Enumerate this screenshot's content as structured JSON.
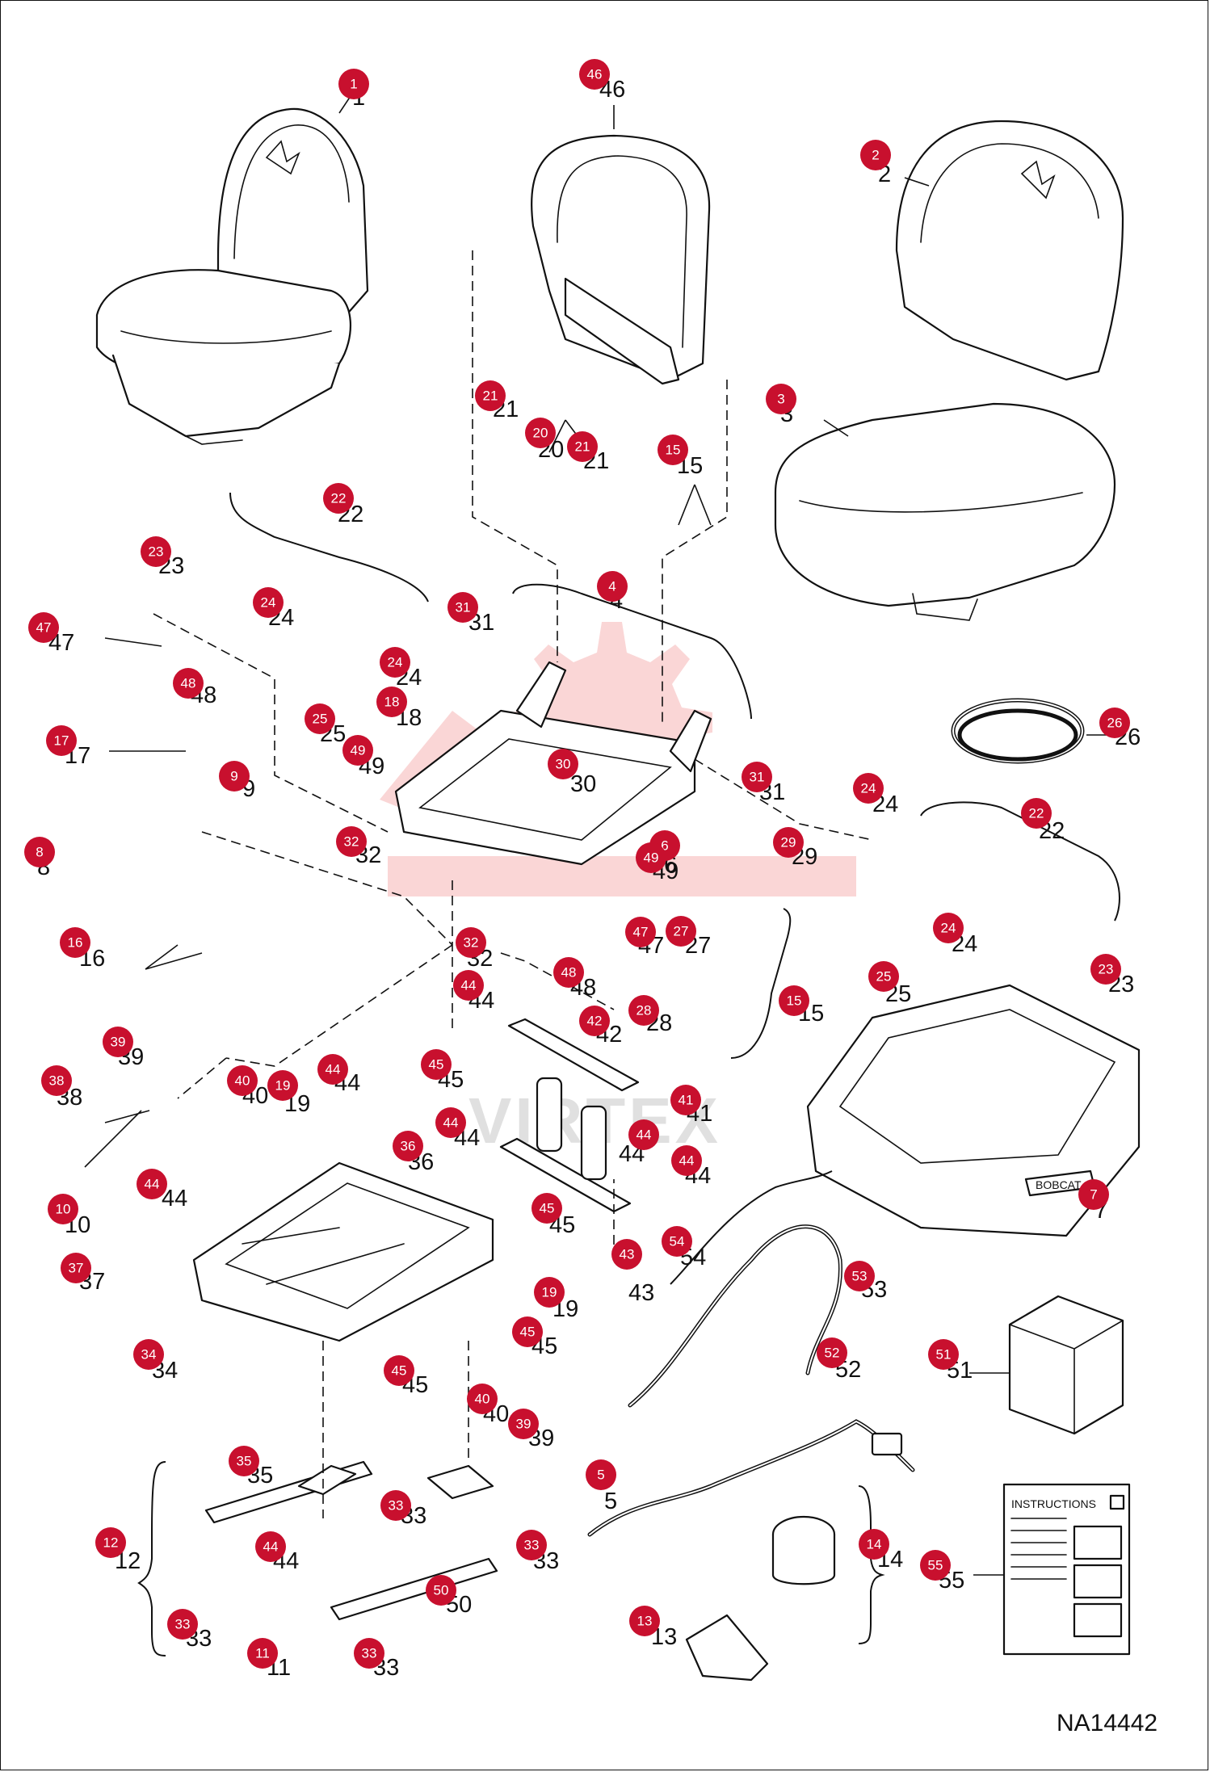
{
  "figure_id": "NA14442",
  "watermark": "VIRTEX",
  "instructions_label": "INSTRUCTIONS",
  "brand_plate": "BOBCAT",
  "callouts": [
    {
      "id": "c1",
      "label": "1"
    },
    {
      "id": "c46",
      "label": "46"
    },
    {
      "id": "c2",
      "label": "2"
    },
    {
      "id": "c3",
      "label": "3"
    },
    {
      "id": "c21a",
      "label": "21"
    },
    {
      "id": "c20",
      "label": "20"
    },
    {
      "id": "c21b",
      "label": "21"
    },
    {
      "id": "c15a",
      "label": "15"
    },
    {
      "id": "c22a",
      "label": "22"
    },
    {
      "id": "c23a",
      "label": "23"
    },
    {
      "id": "c24a",
      "label": "24"
    },
    {
      "id": "c24b",
      "label": "24"
    },
    {
      "id": "c25a",
      "label": "25"
    },
    {
      "id": "c4",
      "label": "4"
    },
    {
      "id": "c31a",
      "label": "31"
    },
    {
      "id": "c47a",
      "label": "47"
    },
    {
      "id": "c48a",
      "label": "48"
    },
    {
      "id": "c18",
      "label": "18"
    },
    {
      "id": "c49a",
      "label": "49"
    },
    {
      "id": "c30",
      "label": "30"
    },
    {
      "id": "c31b",
      "label": "31"
    },
    {
      "id": "c26",
      "label": "26"
    },
    {
      "id": "c17",
      "label": "17"
    },
    {
      "id": "c9",
      "label": "9"
    },
    {
      "id": "c32a",
      "label": "32"
    },
    {
      "id": "c6",
      "label": "6"
    },
    {
      "id": "c49b",
      "label": "49"
    },
    {
      "id": "c29",
      "label": "29"
    },
    {
      "id": "c24c",
      "label": "24"
    },
    {
      "id": "c22b",
      "label": "22"
    },
    {
      "id": "c8",
      "label": "8"
    },
    {
      "id": "c47b",
      "label": "47"
    },
    {
      "id": "c27",
      "label": "27"
    },
    {
      "id": "c24d",
      "label": "24"
    },
    {
      "id": "c16",
      "label": "16"
    },
    {
      "id": "c32b",
      "label": "32"
    },
    {
      "id": "c48b",
      "label": "48"
    },
    {
      "id": "c25b",
      "label": "25"
    },
    {
      "id": "c23b",
      "label": "23"
    },
    {
      "id": "c44a",
      "label": "44"
    },
    {
      "id": "c15b",
      "label": "15"
    },
    {
      "id": "c28",
      "label": "28"
    },
    {
      "id": "c42",
      "label": "42"
    },
    {
      "id": "c39a",
      "label": "39"
    },
    {
      "id": "c40a",
      "label": "40"
    },
    {
      "id": "c19a",
      "label": "19"
    },
    {
      "id": "c44b",
      "label": "44"
    },
    {
      "id": "c45a",
      "label": "45"
    },
    {
      "id": "c41",
      "label": "41"
    },
    {
      "id": "c38",
      "label": "38"
    },
    {
      "id": "c44c",
      "label": "44"
    },
    {
      "id": "c44d",
      "label": "44"
    },
    {
      "id": "c36",
      "label": "36"
    },
    {
      "id": "c44e",
      "label": "44"
    },
    {
      "id": "c7",
      "label": "7"
    },
    {
      "id": "c44f",
      "label": "44"
    },
    {
      "id": "c10",
      "label": "10"
    },
    {
      "id": "c45b",
      "label": "45"
    },
    {
      "id": "c54",
      "label": "54"
    },
    {
      "id": "c43",
      "label": "43"
    },
    {
      "id": "c37",
      "label": "37"
    },
    {
      "id": "c19b",
      "label": "19"
    },
    {
      "id": "c53",
      "label": "53"
    },
    {
      "id": "c45c",
      "label": "45"
    },
    {
      "id": "c34",
      "label": "34"
    },
    {
      "id": "c52",
      "label": "52"
    },
    {
      "id": "c51",
      "label": "51"
    },
    {
      "id": "c45d",
      "label": "45"
    },
    {
      "id": "c40b",
      "label": "40"
    },
    {
      "id": "c39b",
      "label": "39"
    },
    {
      "id": "c35",
      "label": "35"
    },
    {
      "id": "c5",
      "label": "5"
    },
    {
      "id": "c33a",
      "label": "33"
    },
    {
      "id": "c12",
      "label": "12"
    },
    {
      "id": "c44g",
      "label": "44"
    },
    {
      "id": "c33b",
      "label": "33"
    },
    {
      "id": "c14",
      "label": "14"
    },
    {
      "id": "c55",
      "label": "55"
    },
    {
      "id": "c50",
      "label": "50"
    },
    {
      "id": "c33c",
      "label": "33"
    },
    {
      "id": "c13",
      "label": "13"
    },
    {
      "id": "c11",
      "label": "11"
    },
    {
      "id": "c33d",
      "label": "33"
    }
  ]
}
